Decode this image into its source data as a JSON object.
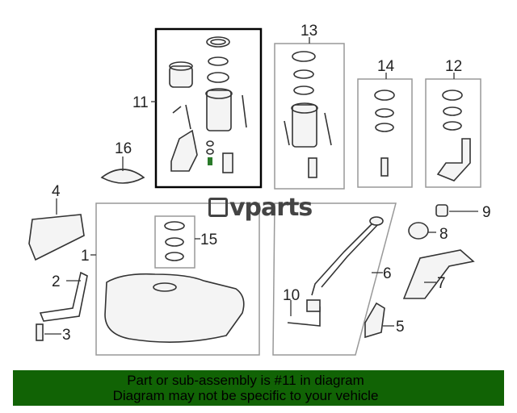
{
  "diagram": {
    "callouts": {
      "c1": "1",
      "c2": "2",
      "c3": "3",
      "c4": "4",
      "c5": "5",
      "c6": "6",
      "c7": "7",
      "c8": "8",
      "c9": "9",
      "c10": "10",
      "c11": "11",
      "c12": "12",
      "c13": "13",
      "c14": "14",
      "c15": "15",
      "c16": "16"
    },
    "highlight_color": "#000000"
  },
  "watermark": {
    "logo_text": "vparts"
  },
  "banner": {
    "line1": "Part or sub-assembly is #11 in diagram",
    "line2": "Diagram may not be specific to your vehicle",
    "color": "#116305"
  }
}
